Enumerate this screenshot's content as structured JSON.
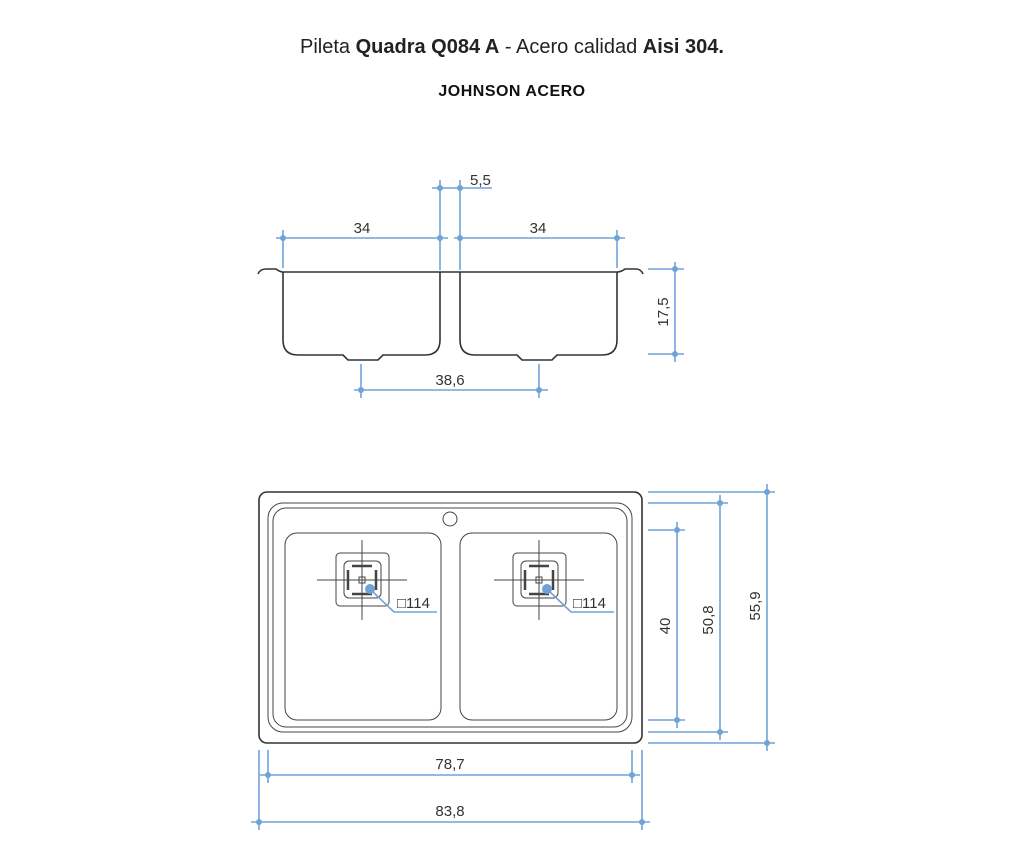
{
  "header": {
    "title_prefix": "Pileta ",
    "title_model": "Quadra Q084 A",
    "title_middle": " - Acero calidad ",
    "title_material": "Aisi 304.",
    "brand": "JOHNSON ACERO"
  },
  "side_view": {
    "bowl_width_left": "34",
    "bowl_width_right": "34",
    "divider_width": "5,5",
    "depth": "17,5",
    "drain_spacing": "38,6"
  },
  "top_view": {
    "drain_left_label": "□114",
    "drain_right_label": "□114",
    "bowl_length": "40",
    "inner_length": "50,8",
    "outer_length": "55,9",
    "inner_width": "78,7",
    "outer_width": "83,8"
  },
  "colors": {
    "dimension": "#6fa3d8",
    "outline": "#333333"
  }
}
